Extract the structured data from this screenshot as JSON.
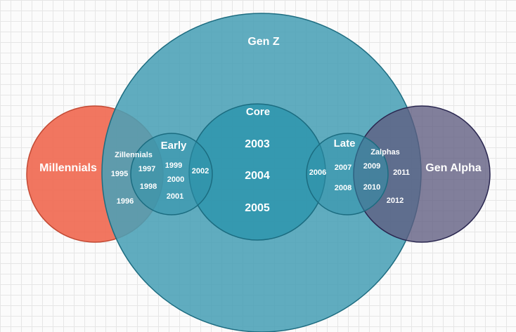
{
  "colors": {
    "millennials": "#f06a52",
    "millennials_stroke": "#c24a34",
    "gen_z": "#4aa1b6",
    "gen_z_stroke": "#1d6c80",
    "core": "#2f96ae",
    "gen_alpha": "#6a6888",
    "gen_alpha_stroke": "#2a2750",
    "text": "#ffffff"
  },
  "labels": {
    "gen_z": "Gen Z",
    "millennials": "Millennials",
    "gen_alpha": "Gen Alpha",
    "core": "Core",
    "early": "Early",
    "late": "Late",
    "zillennials": "Zillennials",
    "zalphas": "Zalphas"
  },
  "years": {
    "y1995": "1995",
    "y1996": "1996",
    "y1997": "1997",
    "y1998": "1998",
    "y1999": "1999",
    "y2000": "2000",
    "y2001": "2001",
    "y2002": "2002",
    "y2003": "2003",
    "y2004": "2004",
    "y2005": "2005",
    "y2006": "2006",
    "y2007": "2007",
    "y2008": "2008",
    "y2009": "2009",
    "y2010": "2010",
    "y2011": "2011",
    "y2012": "2012"
  }
}
